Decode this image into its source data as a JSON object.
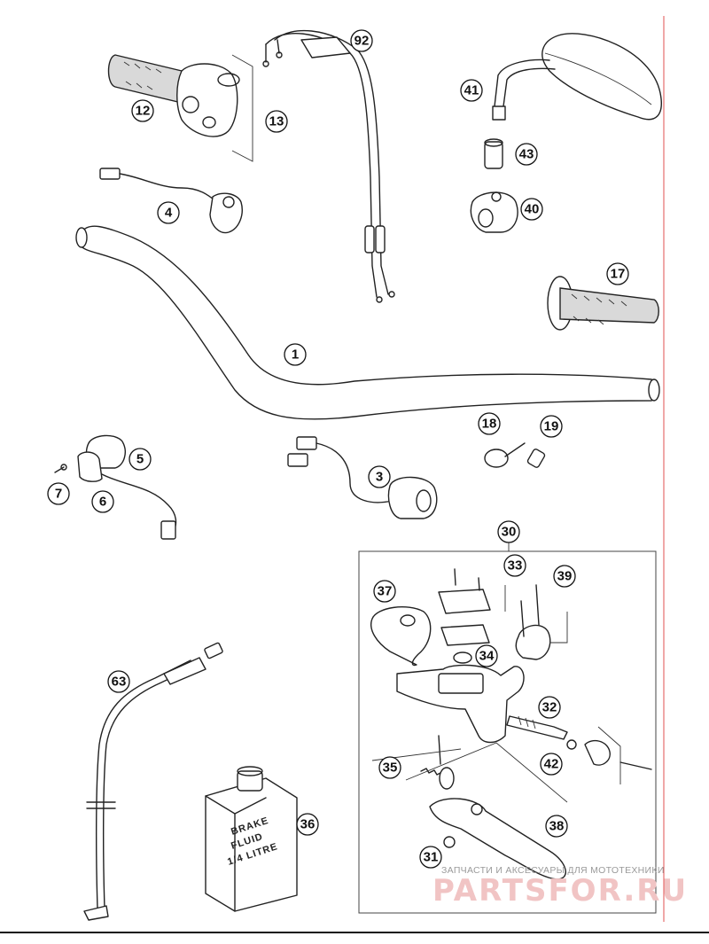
{
  "callouts": {
    "c1": "1",
    "c3": "3",
    "c4": "4",
    "c5": "5",
    "c6": "6",
    "c7": "7",
    "c12": "12",
    "c13": "13",
    "c17": "17",
    "c18": "18",
    "c19": "19",
    "c30": "30",
    "c31": "31",
    "c32": "32",
    "c33": "33",
    "c34": "34",
    "c35": "35",
    "c36": "36",
    "c37": "37",
    "c38": "38",
    "c39": "39",
    "c40": "40",
    "c41": "41",
    "c42": "42",
    "c43": "43",
    "c63": "63",
    "c92": "92"
  },
  "brake_fluid": {
    "line1": "BRAKE",
    "line2": "FLUID",
    "line3": "1/4 LITRE"
  },
  "watermark": {
    "caption": "ЗАПЧАСТИ И АКСЕСУАРЫ ДЛЯ МОТОТЕХНИКИ",
    "logo": "PARTSFOR.RU"
  },
  "colors": {
    "line": "#222222",
    "watermark_logo": "#f1c4c4",
    "edge_line": "#e05050"
  }
}
